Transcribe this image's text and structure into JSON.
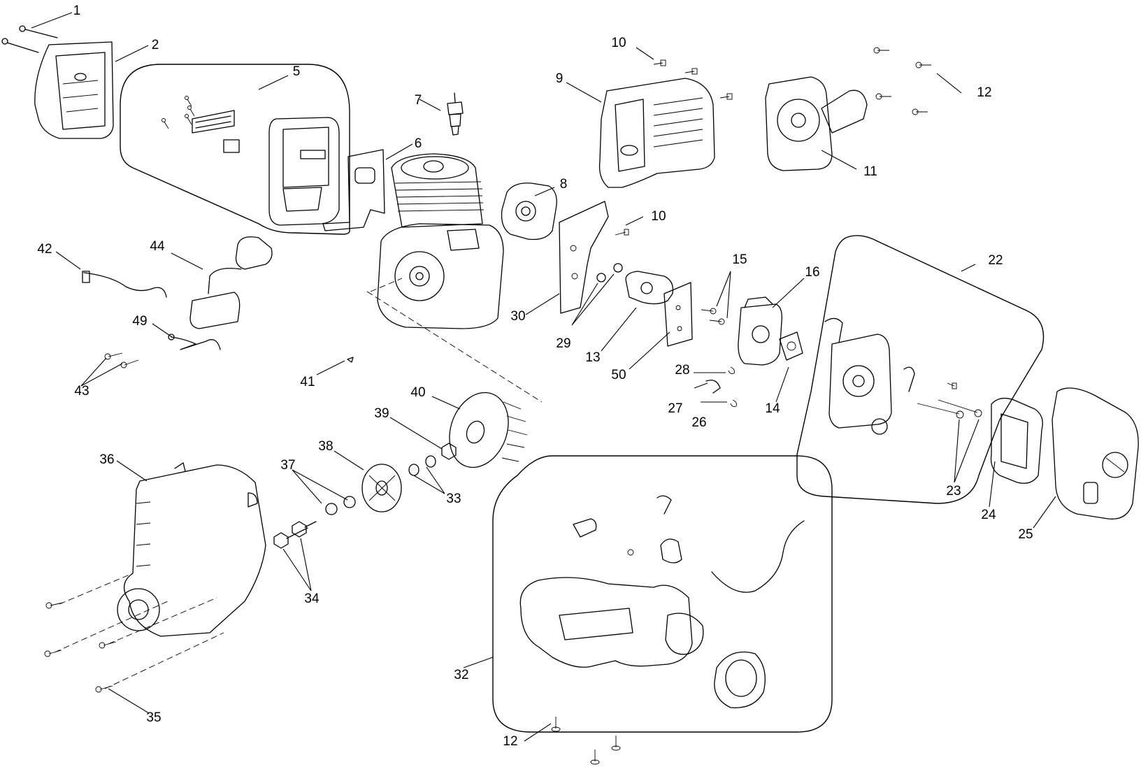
{
  "callouts": [
    "1",
    "2",
    "5",
    "7",
    "6",
    "10",
    "9",
    "12",
    "11",
    "8",
    "10",
    "42",
    "44",
    "22",
    "15",
    "16",
    "30",
    "29",
    "13",
    "50",
    "49",
    "28",
    "14",
    "27",
    "26",
    "43",
    "41",
    "40",
    "39",
    "38",
    "37",
    "33",
    "36",
    "23",
    "24",
    "25",
    "34",
    "32",
    "35",
    "12"
  ]
}
